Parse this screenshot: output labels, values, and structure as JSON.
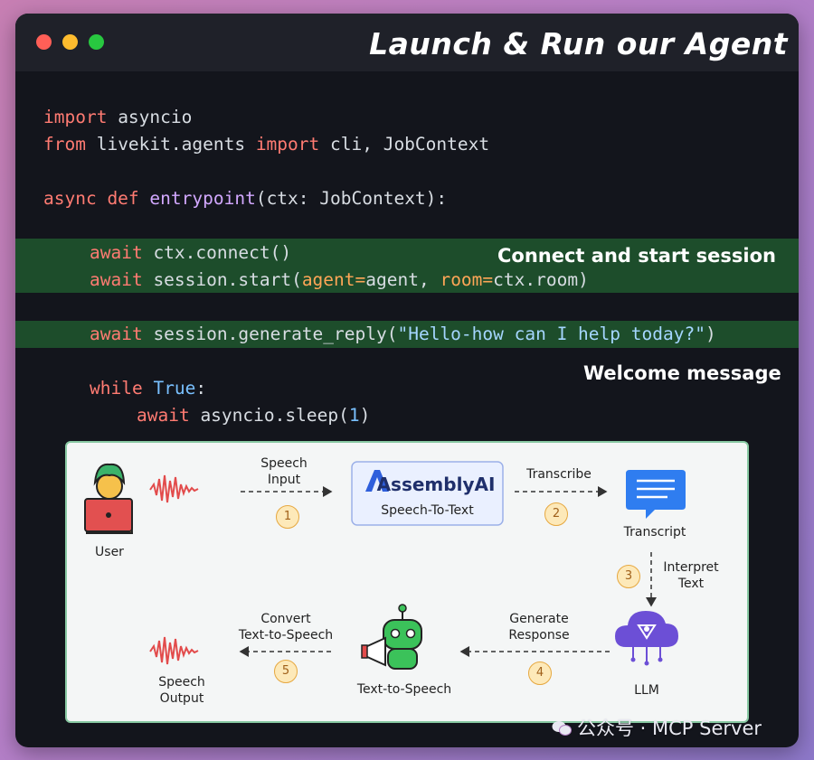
{
  "window": {
    "title": "Launch & Run our Agent"
  },
  "code": {
    "l1_kw": "import",
    "l1_rest": " asyncio",
    "l2_kw1": "from",
    "l2_mid": " livekit.agents ",
    "l2_kw2": "import",
    "l2_rest": " cli, JobContext",
    "l3_kw": "async def",
    "l3_fn": "entrypoint",
    "l3_rest": "(ctx: JobContext):",
    "l4_kw": "await",
    "l4_rest": " ctx.connect()",
    "l5_kw": "await",
    "l5_a": " session.start(",
    "l5_arg1": "agent=",
    "l5_b": "agent, ",
    "l5_arg2": "room=",
    "l5_c": "ctx.room)",
    "l6_kw": "await",
    "l6_a": " session.generate_reply(",
    "l6_str": "\"Hello-how can I help today?\"",
    "l6_b": ")",
    "l7_kw": "while",
    "l7_bool": "True",
    "l7_rest": ":",
    "l8_kw": "await",
    "l8_a": " asyncio.sleep(",
    "l8_num": "1",
    "l8_b": ")"
  },
  "annotations": {
    "connect": "Connect and start session",
    "welcome": "Welcome message"
  },
  "diagram": {
    "user": "User",
    "speech_input_1": "Speech",
    "speech_input_2": "Input",
    "assembly_brand": "AssemblyAI",
    "assembly_sub": "Speech-To-Text",
    "transcribe": "Transcribe",
    "transcript": "Transcript",
    "interpret_1": "Interpret",
    "interpret_2": "Text",
    "llm": "LLM",
    "generate_1": "Generate",
    "generate_2": "Response",
    "tts": "Text-to-Speech",
    "convert_1": "Convert",
    "convert_2": "Text-to-Speech",
    "speech_output_1": "Speech",
    "speech_output_2": "Output",
    "steps": [
      "1",
      "2",
      "3",
      "4",
      "5"
    ]
  },
  "watermark": "公众号 · MCP Server",
  "colors": {
    "keyword": "#ff7b72",
    "function": "#d2a8ff",
    "string": "#a5d6ff",
    "argument": "#ffa657",
    "highlight": "#1d4d2b",
    "accent_blue": "#2f5fdc"
  }
}
